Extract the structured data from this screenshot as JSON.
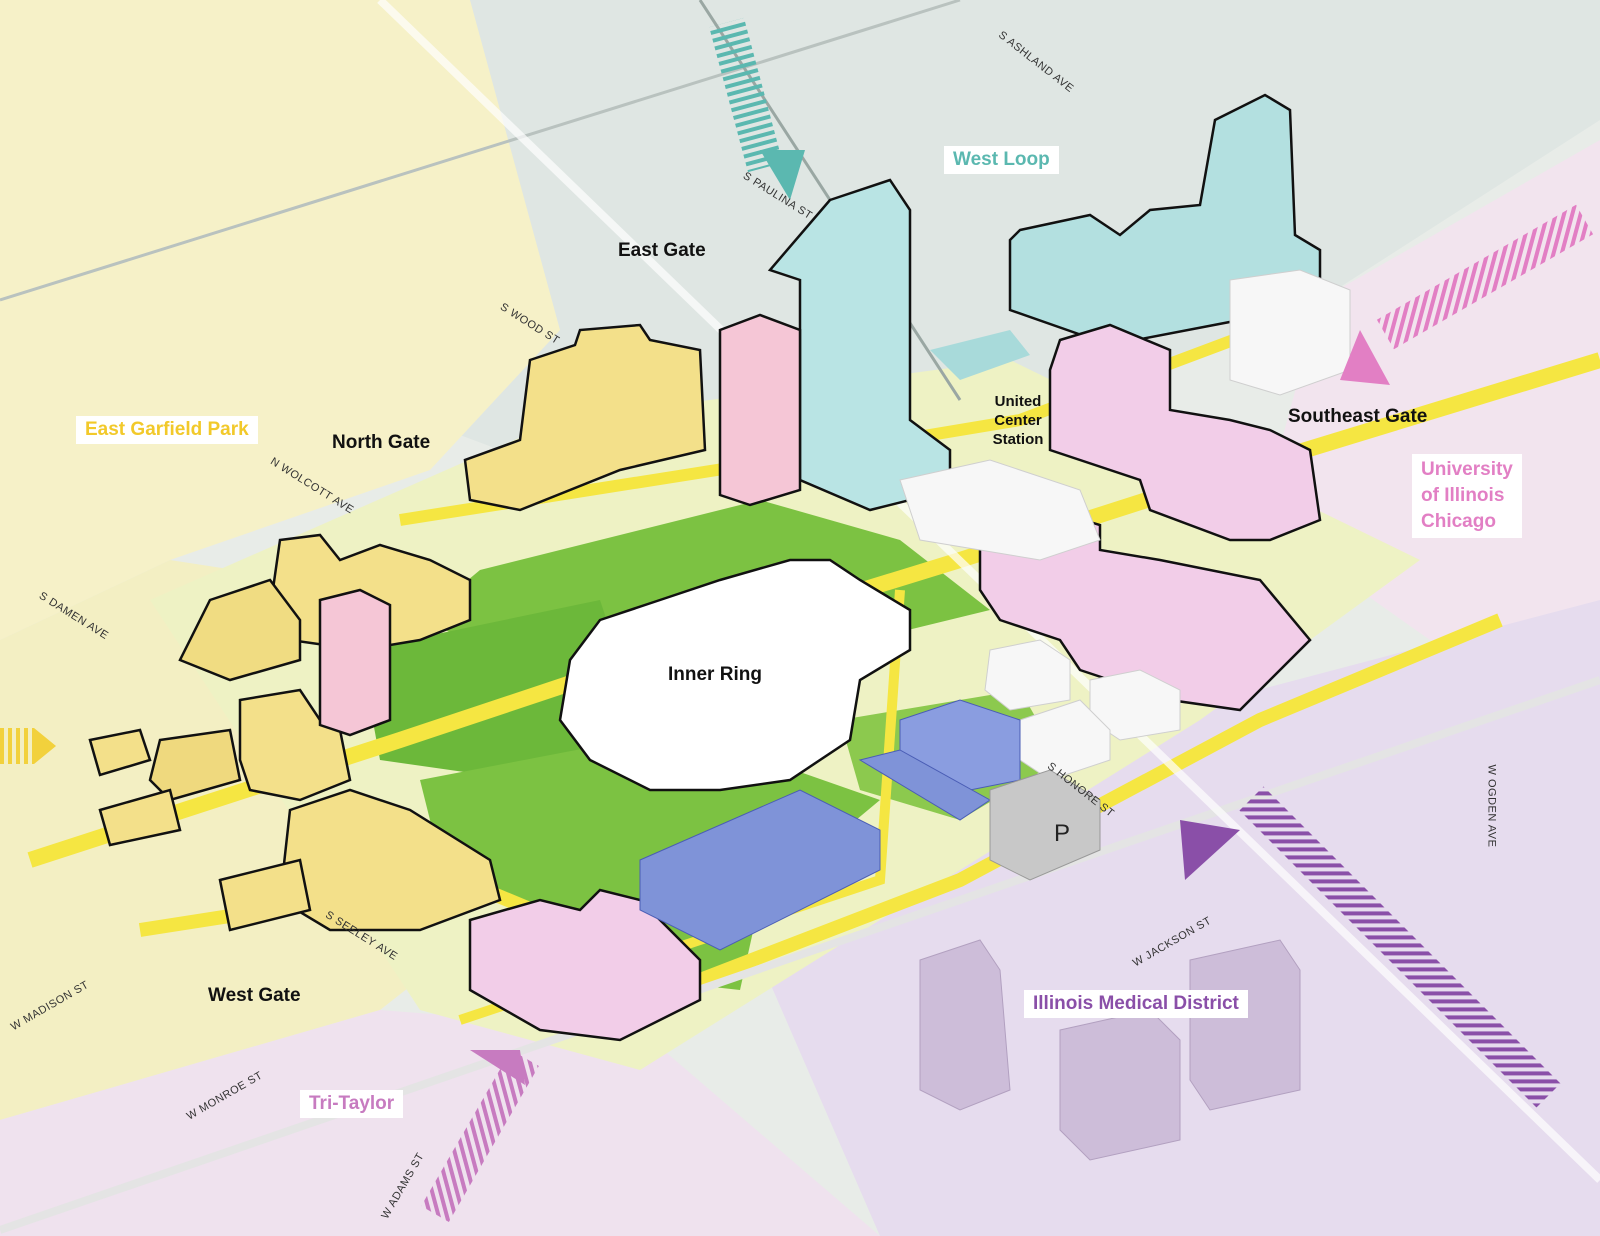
{
  "map": {
    "districts": {
      "west_loop": "West Loop",
      "east_garfield_park": "East Garfield Park",
      "university": [
        "University",
        "of Illinois",
        "Chicago"
      ],
      "illinois_medical_district": "Illinois Medical District",
      "tri_taylor": "Tri-Taylor"
    },
    "gates": {
      "east_gate": "East Gate",
      "north_gate": "North Gate",
      "southeast_gate": "Southeast Gate",
      "west_gate": "West Gate",
      "inner_ring": "Inner Ring"
    },
    "station": [
      "United",
      "Center",
      "Station"
    ],
    "parking_label": "P",
    "streets": {
      "ashland": "S ASHLAND AVE",
      "wood": "S WOOD ST",
      "paulina": "S PAULINA ST",
      "wolcott": "N WOLCOTT AVE",
      "damen": "S DAMEN AVE",
      "seeley": "S SEELEY AVE",
      "madison": "W MADISON ST",
      "monroe": "W MONROE ST",
      "adams": "W ADAMS ST",
      "honore": "S HONORE ST",
      "jackson": "W JACKSON ST",
      "ogden": "W OGDEN AVE"
    },
    "colors": {
      "west_loop": "#5bb8b0",
      "east_garfield_park": "#f2d13c",
      "university": "#e27fc4",
      "illinois_medical_district": "#8a4fa8",
      "tri_taylor": "#c77bc0",
      "green_space": "#7cc242",
      "pathway_yellow": "#f5e642",
      "blue_building": "#7f93d8"
    }
  }
}
